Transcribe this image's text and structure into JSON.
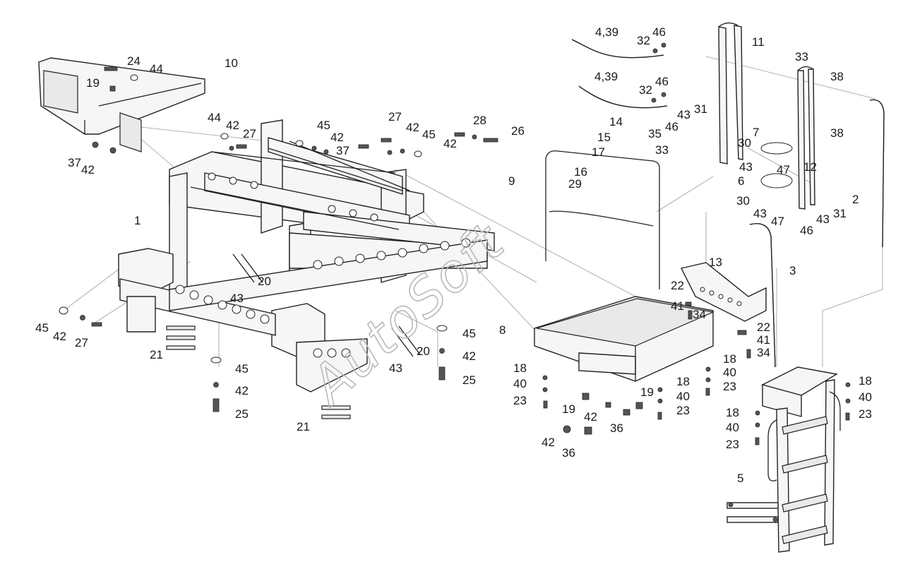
{
  "watermark": "AutoSoft",
  "callouts": [
    {
      "id": "c1",
      "text": "24"
    },
    {
      "id": "c2",
      "text": "44"
    },
    {
      "id": "c3",
      "text": "10"
    },
    {
      "id": "c4",
      "text": "19"
    },
    {
      "id": "c5",
      "text": "37"
    },
    {
      "id": "c6",
      "text": "42"
    },
    {
      "id": "c7",
      "text": "44"
    },
    {
      "id": "c8",
      "text": "42"
    },
    {
      "id": "c9",
      "text": "27"
    },
    {
      "id": "c10",
      "text": "45"
    },
    {
      "id": "c11",
      "text": "42"
    },
    {
      "id": "c12",
      "text": "37"
    },
    {
      "id": "c13",
      "text": "27"
    },
    {
      "id": "c14",
      "text": "42"
    },
    {
      "id": "c15",
      "text": "45"
    },
    {
      "id": "c16",
      "text": "28"
    },
    {
      "id": "c17",
      "text": "42"
    },
    {
      "id": "c18",
      "text": "26"
    },
    {
      "id": "c19",
      "text": "1"
    },
    {
      "id": "c20",
      "text": "20"
    },
    {
      "id": "c21",
      "text": "43"
    },
    {
      "id": "c22",
      "text": "45"
    },
    {
      "id": "c23",
      "text": "42"
    },
    {
      "id": "c24",
      "text": "27"
    },
    {
      "id": "c25",
      "text": "21"
    },
    {
      "id": "c26",
      "text": "45"
    },
    {
      "id": "c27",
      "text": "42"
    },
    {
      "id": "c28",
      "text": "25"
    },
    {
      "id": "c29",
      "text": "43"
    },
    {
      "id": "c30",
      "text": "20"
    },
    {
      "id": "c31",
      "text": "45"
    },
    {
      "id": "c32",
      "text": "42"
    },
    {
      "id": "c33",
      "text": "25"
    },
    {
      "id": "c34",
      "text": "21"
    },
    {
      "id": "c35",
      "text": "4,39"
    },
    {
      "id": "c36",
      "text": "32"
    },
    {
      "id": "c37",
      "text": "46"
    },
    {
      "id": "c38",
      "text": "4,39"
    },
    {
      "id": "c39",
      "text": "32"
    },
    {
      "id": "c40",
      "text": "46"
    },
    {
      "id": "c41",
      "text": "11"
    },
    {
      "id": "c42",
      "text": "33"
    },
    {
      "id": "c43",
      "text": "38"
    },
    {
      "id": "c44",
      "text": "14"
    },
    {
      "id": "c45",
      "text": "43"
    },
    {
      "id": "c46",
      "text": "31"
    },
    {
      "id": "c47",
      "text": "15"
    },
    {
      "id": "c48",
      "text": "35"
    },
    {
      "id": "c49",
      "text": "46"
    },
    {
      "id": "c50",
      "text": "17"
    },
    {
      "id": "c51",
      "text": "33"
    },
    {
      "id": "c52",
      "text": "7"
    },
    {
      "id": "c53",
      "text": "38"
    },
    {
      "id": "c54",
      "text": "16"
    },
    {
      "id": "c55",
      "text": "29"
    },
    {
      "id": "c56",
      "text": "9"
    },
    {
      "id": "c57",
      "text": "30"
    },
    {
      "id": "c58",
      "text": "43"
    },
    {
      "id": "c59",
      "text": "47"
    },
    {
      "id": "c60",
      "text": "12"
    },
    {
      "id": "c61",
      "text": "6"
    },
    {
      "id": "c62",
      "text": "30"
    },
    {
      "id": "c63",
      "text": "43"
    },
    {
      "id": "c64",
      "text": "47"
    },
    {
      "id": "c65",
      "text": "46"
    },
    {
      "id": "c66",
      "text": "43"
    },
    {
      "id": "c67",
      "text": "31"
    },
    {
      "id": "c68",
      "text": "2"
    },
    {
      "id": "c69",
      "text": "13"
    },
    {
      "id": "c70",
      "text": "3"
    },
    {
      "id": "c71",
      "text": "22"
    },
    {
      "id": "c72",
      "text": "41"
    },
    {
      "id": "c73",
      "text": "34"
    },
    {
      "id": "c74",
      "text": "22"
    },
    {
      "id": "c75",
      "text": "41"
    },
    {
      "id": "c76",
      "text": "34"
    },
    {
      "id": "c77",
      "text": "8"
    },
    {
      "id": "c78",
      "text": "18"
    },
    {
      "id": "c79",
      "text": "40"
    },
    {
      "id": "c80",
      "text": "23"
    },
    {
      "id": "c81",
      "text": "19"
    },
    {
      "id": "c82",
      "text": "42"
    },
    {
      "id": "c83",
      "text": "36"
    },
    {
      "id": "c84",
      "text": "19"
    },
    {
      "id": "c85",
      "text": "18"
    },
    {
      "id": "c86",
      "text": "40"
    },
    {
      "id": "c87",
      "text": "23"
    },
    {
      "id": "c88",
      "text": "42"
    },
    {
      "id": "c89",
      "text": "36"
    },
    {
      "id": "c90",
      "text": "18"
    },
    {
      "id": "c91",
      "text": "40"
    },
    {
      "id": "c92",
      "text": "23"
    },
    {
      "id": "c93",
      "text": "18"
    },
    {
      "id": "c94",
      "text": "40"
    },
    {
      "id": "c95",
      "text": "23"
    },
    {
      "id": "c96",
      "text": "18"
    },
    {
      "id": "c97",
      "text": "40"
    },
    {
      "id": "c98",
      "text": "23"
    },
    {
      "id": "c99",
      "text": "5"
    }
  ]
}
